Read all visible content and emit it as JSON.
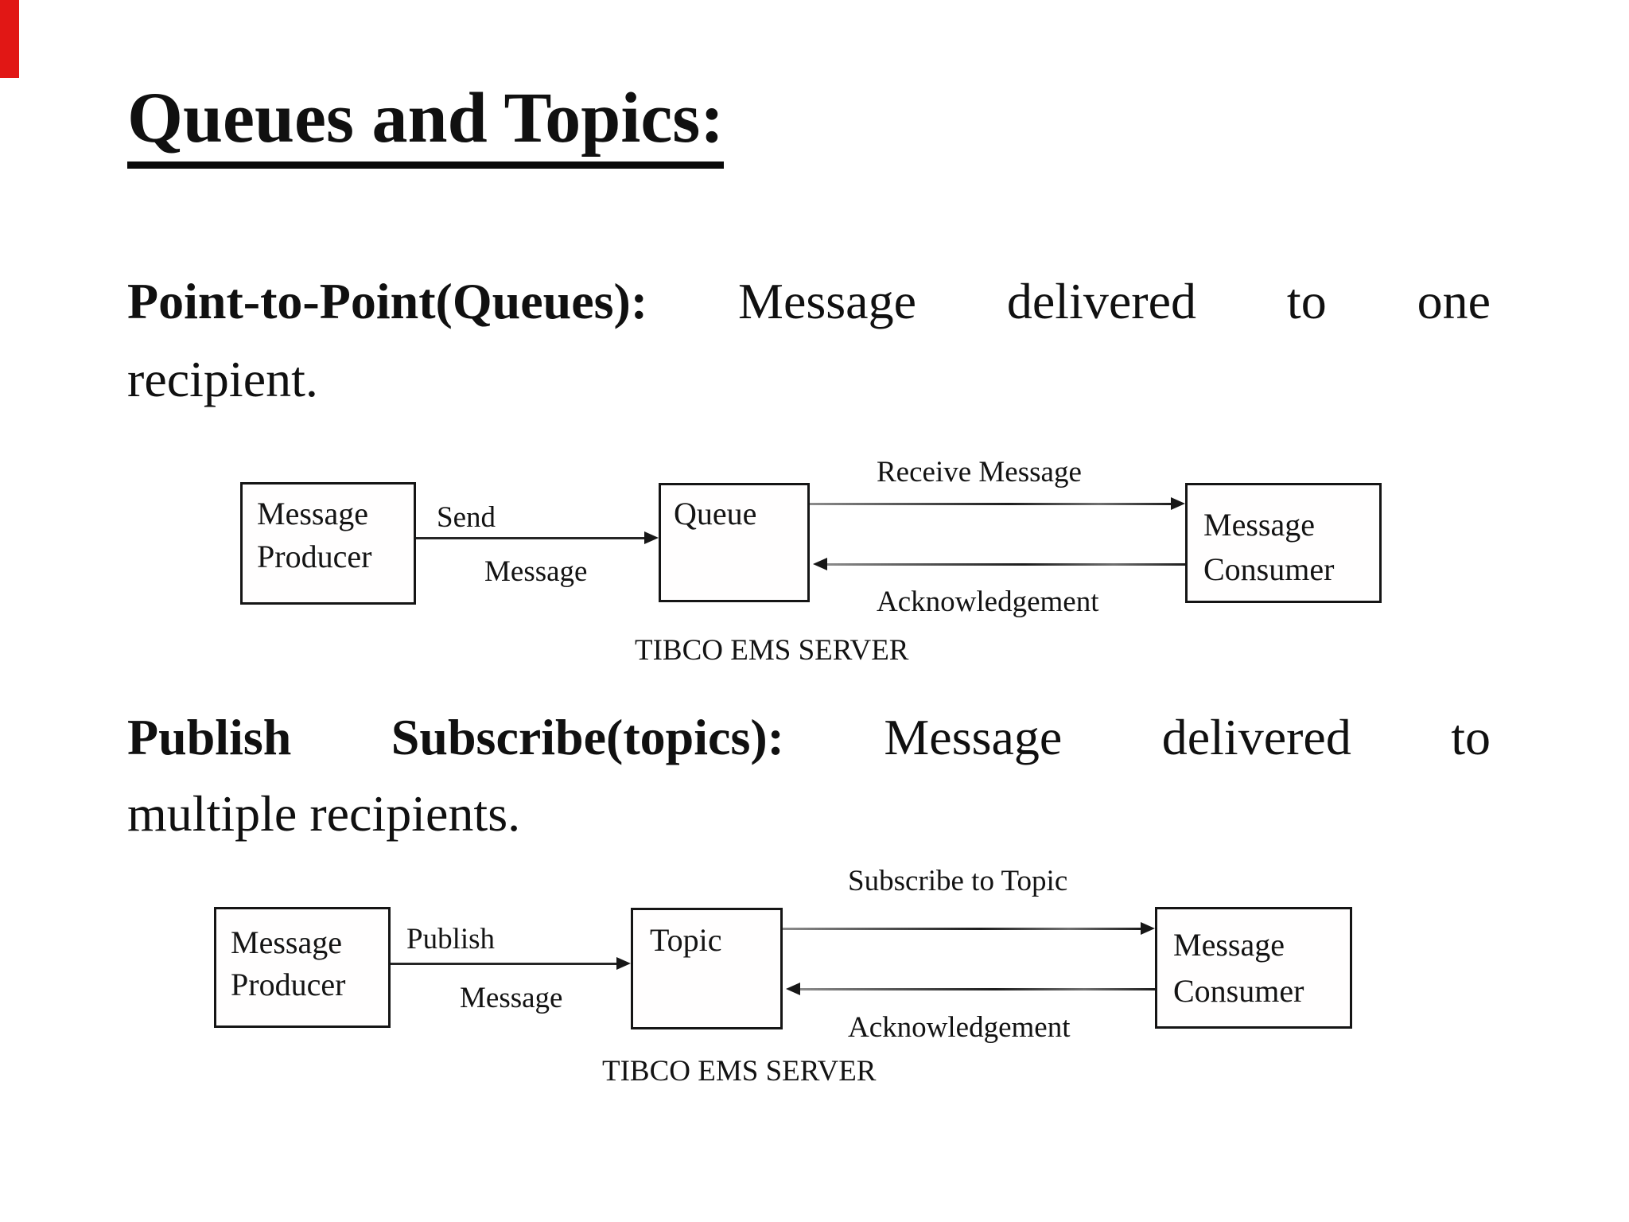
{
  "marker": {
    "color": "#e11715"
  },
  "title": "Queues and Topics:",
  "paragraphs": {
    "p1": {
      "bold": "Point-to-Point(Queues):",
      "rest": "Message delivered to one",
      "line2": "recipient."
    },
    "p2": {
      "bold": "Publish Subscribe(topics):",
      "rest": "Message delivered to",
      "line2": "multiple recipients."
    }
  },
  "diagram1": {
    "producer": {
      "line1": "Message",
      "line2": "Producer"
    },
    "node": "Queue",
    "consumer": {
      "line1": "Message",
      "line2": "Consumer"
    },
    "send_label": "Send",
    "send_sublabel": "Message",
    "receive_label": "Receive Message",
    "ack_label": "Acknowledgement",
    "server_label": "TIBCO EMS SERVER"
  },
  "diagram2": {
    "producer": {
      "line1": "Message",
      "line2": "Producer"
    },
    "node": "Topic",
    "consumer": {
      "line1": "Message",
      "line2": "Consumer"
    },
    "send_label": "Publish",
    "send_sublabel": "Message",
    "receive_label": "Subscribe to Topic",
    "ack_label": "Acknowledgement",
    "server_label": "TIBCO EMS SERVER"
  }
}
